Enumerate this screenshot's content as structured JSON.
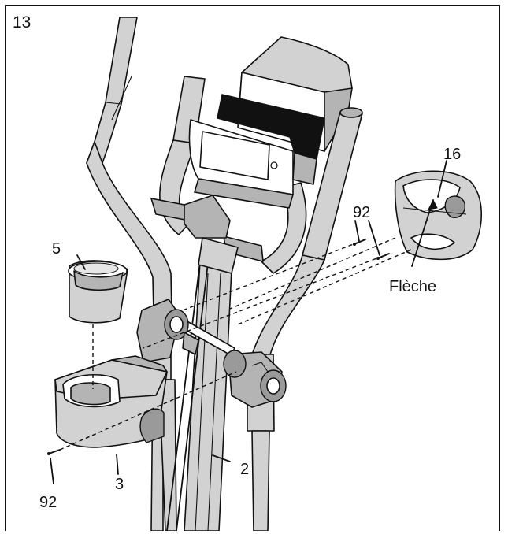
{
  "step_number": "13",
  "callouts": {
    "part_16": "16",
    "part_92_top": "92",
    "part_5": "5",
    "arrow_word": "Flèche",
    "part_2": "2",
    "part_3": "3",
    "part_92_bottom": "92"
  },
  "colors": {
    "line": "#111111",
    "shade_light": "#d2d2d2",
    "shade_mid": "#b4b4b4",
    "shade_dark": "#9a9a9a",
    "band": "#111111",
    "background": "#ffffff"
  }
}
